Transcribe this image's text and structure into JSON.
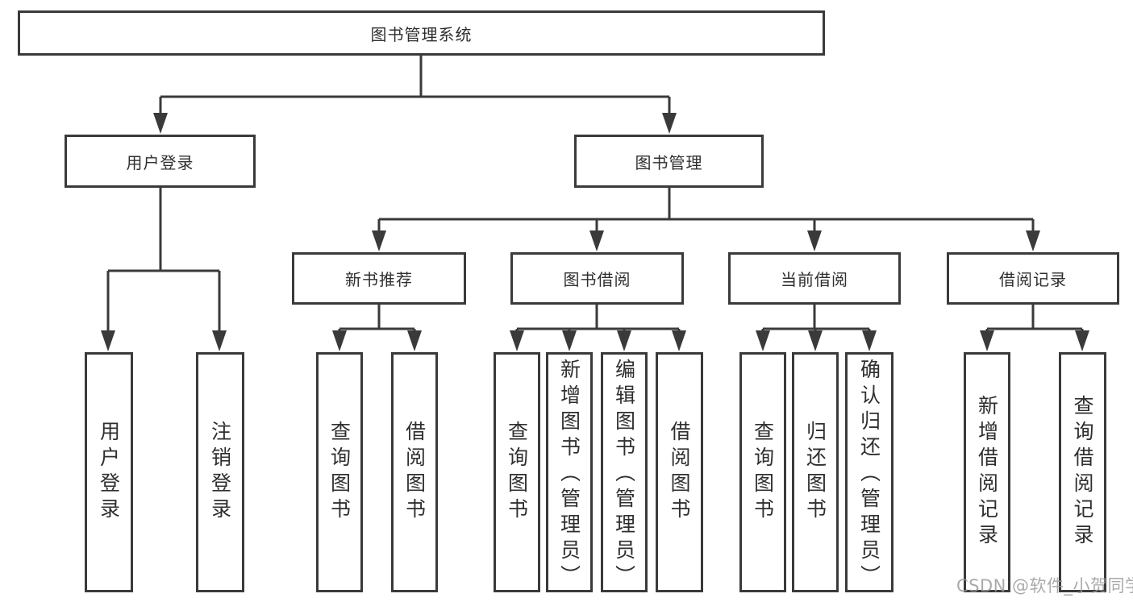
{
  "tree": {
    "root": {
      "label": "图书管理系统"
    },
    "branches": [
      {
        "label": "用户登录",
        "children": [
          {
            "label": "用户登录"
          },
          {
            "label": "注销登录"
          }
        ]
      },
      {
        "label": "图书管理",
        "groups": [
          {
            "label": "新书推荐",
            "children": [
              {
                "label": "查询图书"
              },
              {
                "label": "借阅图书"
              }
            ]
          },
          {
            "label": "图书借阅",
            "children": [
              {
                "label": "查询图书"
              },
              {
                "label": "新增图书（管理员）"
              },
              {
                "label": "编辑图书（管理员）"
              },
              {
                "label": "借阅图书"
              }
            ]
          },
          {
            "label": "当前借阅",
            "children": [
              {
                "label": "查询图书"
              },
              {
                "label": "归还图书"
              },
              {
                "label": "确认归还（管理员）"
              }
            ]
          },
          {
            "label": "借阅记录",
            "children": [
              {
                "label": "新增借阅记录"
              },
              {
                "label": "查询借阅记录"
              }
            ]
          }
        ]
      }
    ]
  },
  "watermark": "CSDN @软件_小贺同学",
  "colors": {
    "line": "#3a3a3a",
    "text": "#2f2f2f",
    "background": "#ffffff",
    "watermark": "#9b9b9b"
  }
}
